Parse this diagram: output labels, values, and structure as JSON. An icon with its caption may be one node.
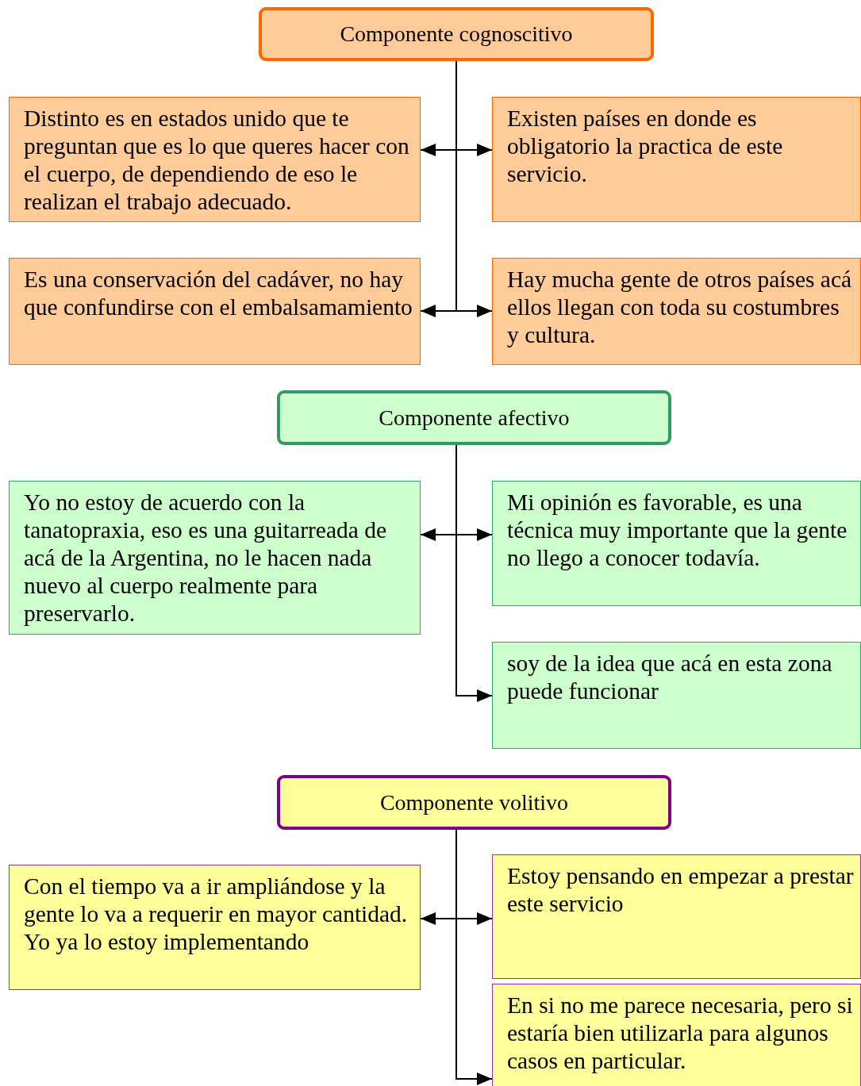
{
  "diagram": {
    "nodes": [
      {
        "text": [
          "Componente cognoscitivo"
        ]
      },
      {
        "text": [
          "Distinto es en estados unido que te preguntan que es lo que queres hacer con el cuerpo, de dependiendo de eso le realizan el trabajo adecuado."
        ]
      },
      {
        "text": [
          "Existen países en donde es obligatorio la practica de este servicio."
        ]
      },
      {
        "text": [
          "Es una conservación del cadáver, no hay que confundirse con el embalsamamiento"
        ]
      },
      {
        "text": [
          "Hay mucha gente de otros países acá ellos llegan con toda su costumbres y cultura."
        ]
      },
      {
        "text": [
          "Componente afectivo"
        ]
      },
      {
        "text": [
          "Yo no estoy de acuerdo con la tanatopraxia, eso es una guitarreada de acá de la Argentina, no le hacen nada nuevo al cuerpo realmente para preservarlo."
        ]
      },
      {
        "text": [
          "Mi opinión es favorable, es una técnica muy importante que la gente no llego a conocer todavía."
        ]
      },
      {
        "text": [
          "soy de la idea que acá en esta zona puede funcionar"
        ]
      },
      {
        "text": [
          "Componente volitivo"
        ]
      },
      {
        "text": [
          "Con el tiempo va a ir ampliándose y la gente lo va a requerir en mayor cantidad. Yo ya lo estoy implementando"
        ]
      },
      {
        "text": [
          "Estoy pensando en empezar a prestar este servicio"
        ]
      },
      {
        "text": [
          "En si no me parece necesaria, pero si estaría bien utilizarla para algunos casos en particular."
        ]
      }
    ],
    "edges": [
      {
        "from": 0,
        "to": 1,
        "arrow": "to"
      },
      {
        "from": 0,
        "to": 2,
        "arrow": "to"
      },
      {
        "from": 0,
        "to": 3,
        "arrow": "to"
      },
      {
        "from": 0,
        "to": 4,
        "arrow": "to"
      },
      {
        "from": 5,
        "to": 6,
        "arrow": "to"
      },
      {
        "from": 5,
        "to": 7,
        "arrow": "to"
      },
      {
        "from": 5,
        "to": 8,
        "arrow": "to"
      },
      {
        "from": 9,
        "to": 10,
        "arrow": "to"
      },
      {
        "from": 9,
        "to": 11,
        "arrow": "to"
      },
      {
        "from": 9,
        "to": 12,
        "arrow": "to"
      }
    ]
  }
}
